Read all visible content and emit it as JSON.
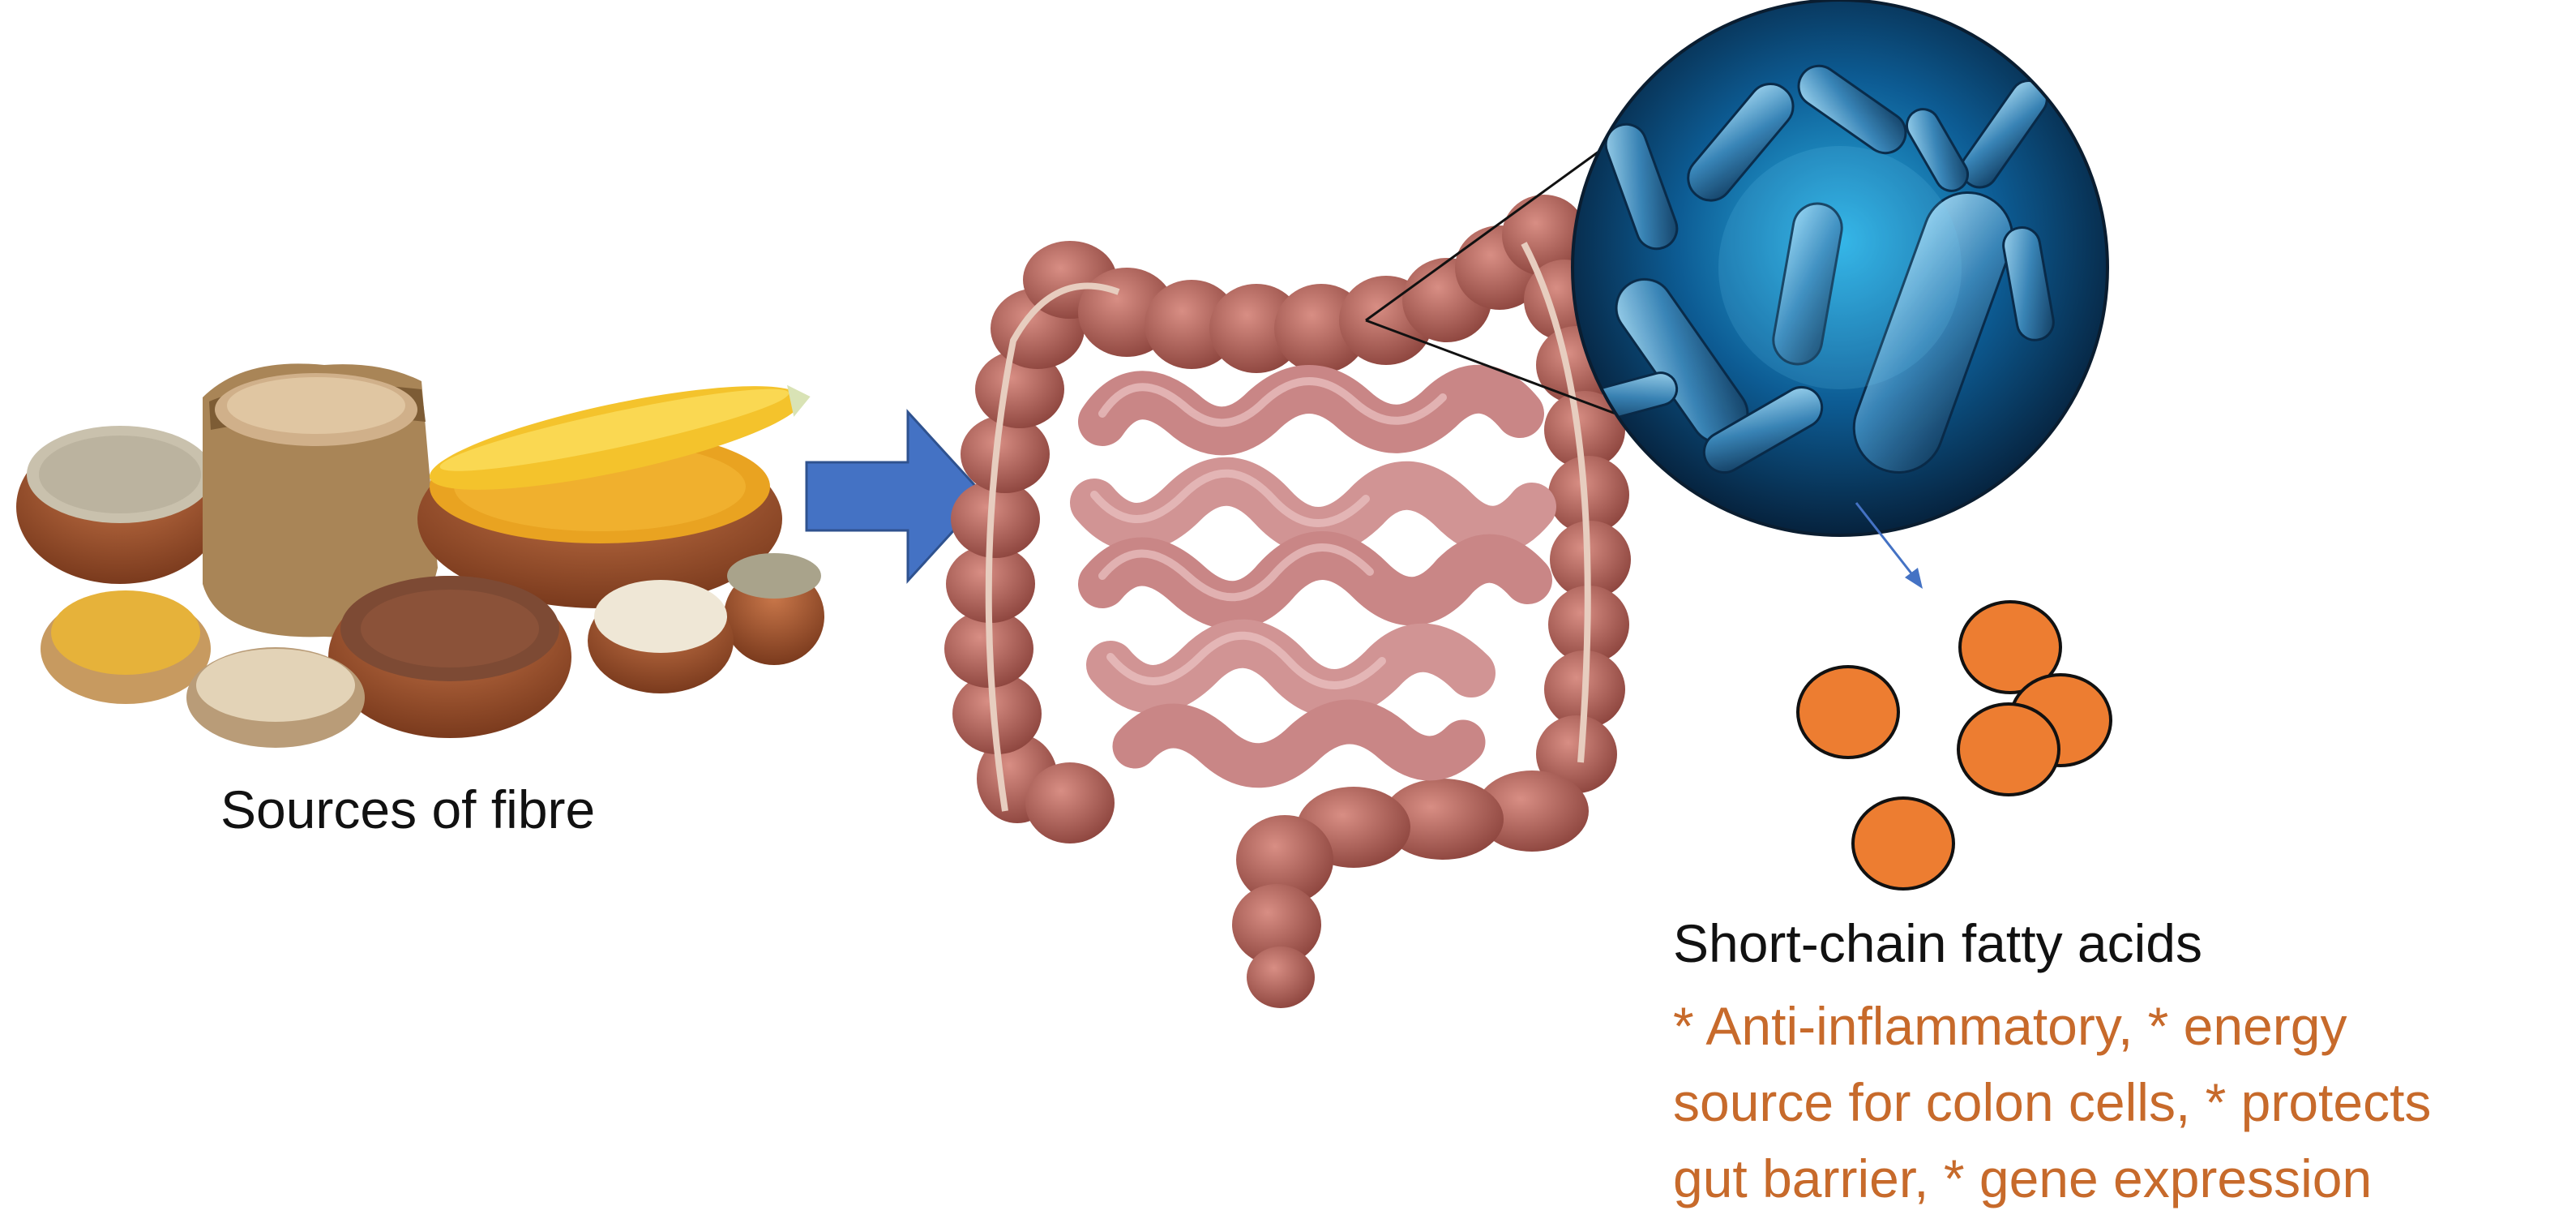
{
  "labels": {
    "fibre_sources": "Sources of fibre",
    "scfa_title": "Short-chain fatty acids",
    "scfa_benefits": [
      "* Anti-inflammatory, * energy",
      "source for colon cells, * protects",
      "gut barrier, * gene expression"
    ]
  },
  "colors": {
    "arrow_fill": "#4472c4",
    "arrow_stroke": "#2f528f",
    "scfa_fill": "#ed7d31",
    "benefit_text": "#c76a2b",
    "colon": "#b5645c",
    "small_intestine": "#d59b9b",
    "bacteria_bg": "#0d3e6a"
  },
  "icons": {
    "fibre": "grain-bowls-image",
    "gut": "intestine-image",
    "bacteria": "gut-bacteria-magnified-image"
  }
}
